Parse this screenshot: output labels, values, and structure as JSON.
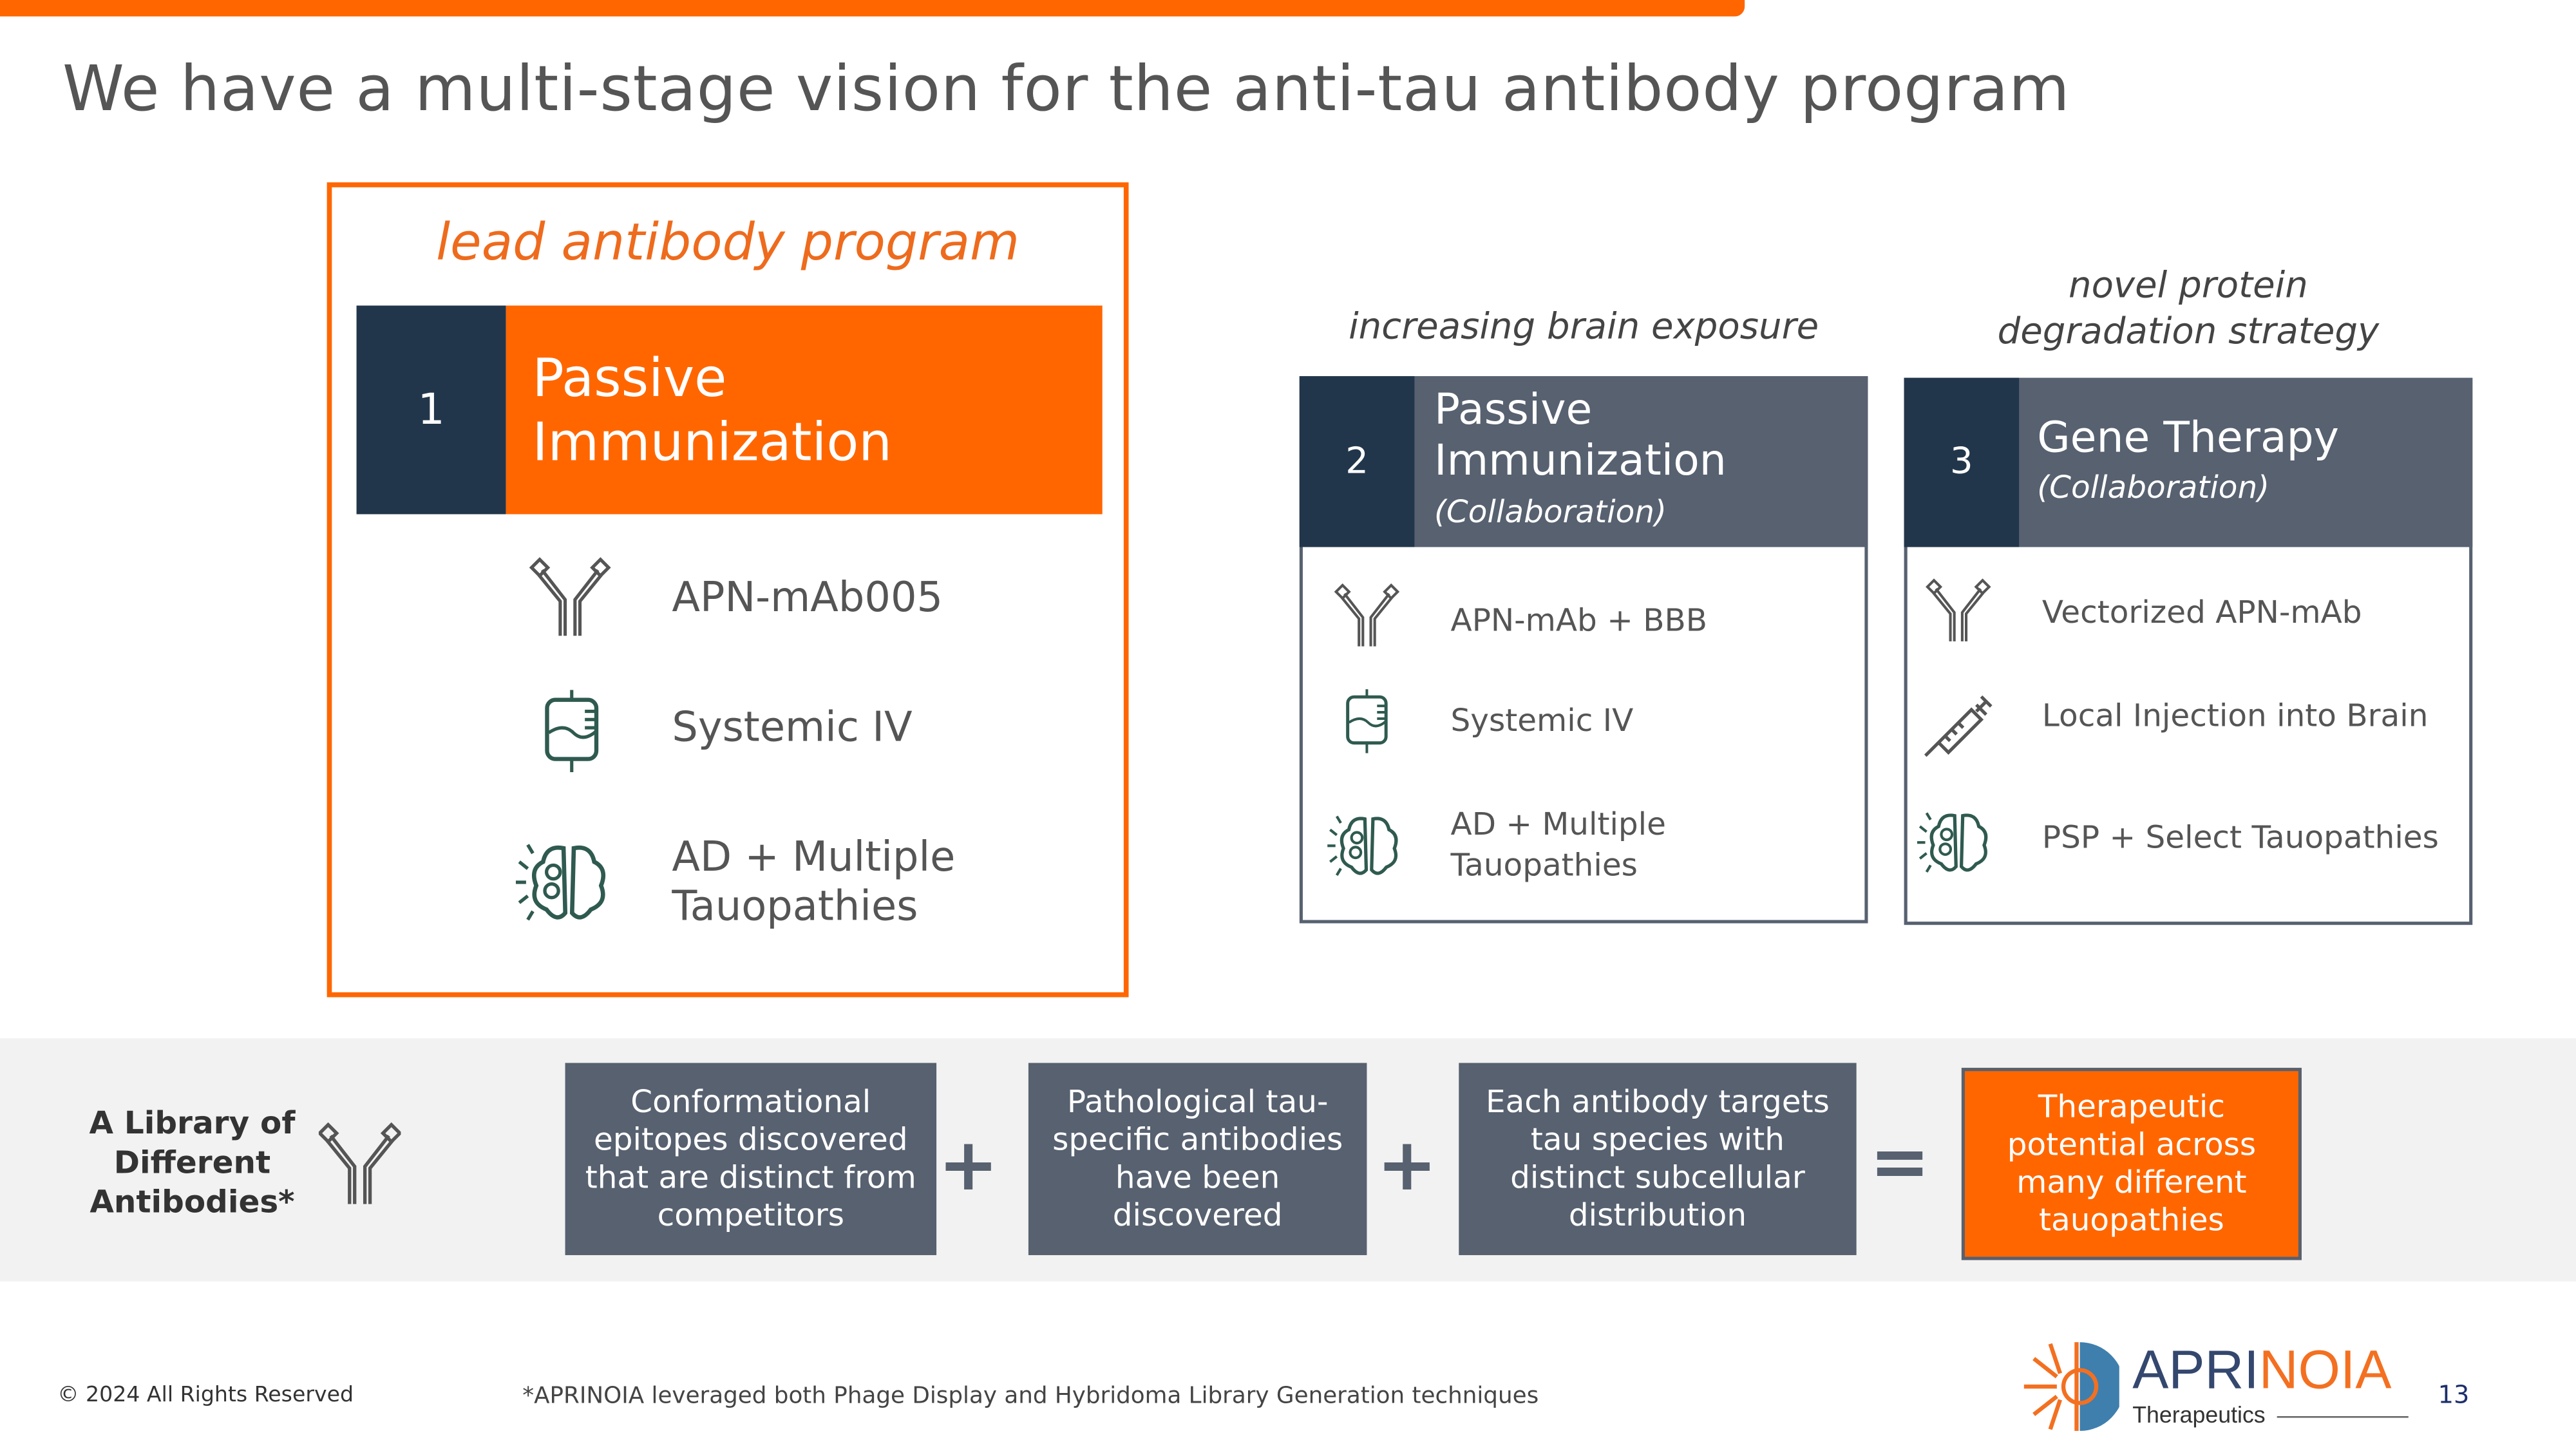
{
  "title": "We have a multi-stage vision for the anti-tau antibody program",
  "colors": {
    "orange": "#ff6600",
    "navy": "#22364b",
    "slate": "#576170"
  },
  "lead": {
    "label": "lead antibody program",
    "number": "1",
    "heading_line1": "Passive",
    "heading_line2": "Immunization",
    "items": [
      {
        "icon": "antibody-icon",
        "text": "APN-mAb005"
      },
      {
        "icon": "iv-bag-icon",
        "text": "Systemic IV"
      },
      {
        "icon": "brain-icon",
        "line1": "AD + Multiple",
        "line2": "Tauopathies"
      }
    ]
  },
  "stage2": {
    "label": "increasing brain exposure",
    "number": "2",
    "heading_line1": "Passive",
    "heading_line2": "Immunization",
    "sub": "(Collaboration)",
    "items": [
      {
        "icon": "antibody-icon",
        "text": "APN-mAb + BBB"
      },
      {
        "icon": "iv-bag-icon",
        "text": "Systemic IV"
      },
      {
        "icon": "brain-icon",
        "line1": "AD + Multiple",
        "line2": "Tauopathies"
      }
    ]
  },
  "stage3": {
    "label_line1": "novel protein",
    "label_line2": "degradation strategy",
    "number": "3",
    "heading": "Gene Therapy",
    "sub": "(Collaboration)",
    "items": [
      {
        "icon": "antibody-icon",
        "text": "Vectorized APN-mAb"
      },
      {
        "icon": "syringe-icon",
        "text": "Local Injection into Brain"
      },
      {
        "icon": "brain-icon",
        "text": "PSP + Select Tauopathies"
      }
    ]
  },
  "library": {
    "label_line1": "A Library of",
    "label_line2": "Different",
    "label_line3": "Antibodies*",
    "boxes": [
      "Conformational epitopes discovered that are distinct from competitors",
      "Pathological tau-specific antibodies have been discovered",
      "Each antibody targets tau species with distinct subcellular distribution"
    ],
    "plus": "+",
    "equals": "=",
    "result": "Therapeutic potential across many different tauopathies"
  },
  "footer": {
    "copyright": "© 2024 All Rights Reserved",
    "footnote": "*APRINOIA leveraged both Phage Display and Hybridoma Library Generation techniques",
    "logo_text_a": "APRI",
    "logo_text_b": "NOIA",
    "logo_sub": "Therapeutics",
    "page_number": "13"
  }
}
